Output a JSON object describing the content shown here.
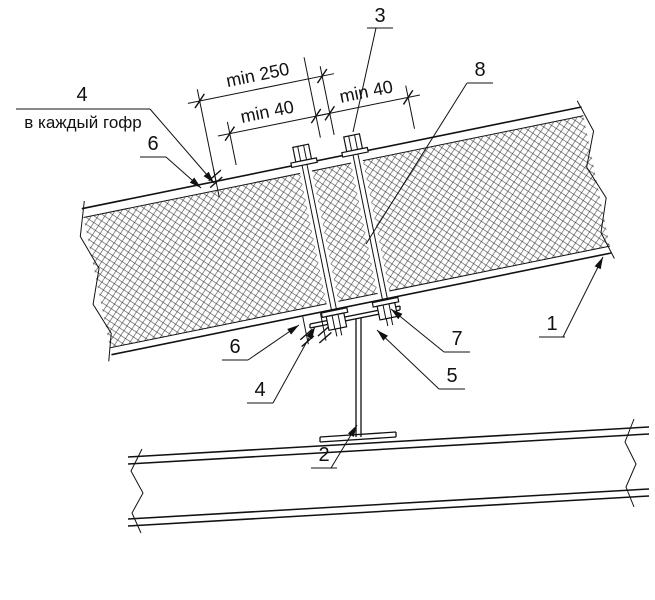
{
  "drawing": {
    "callouts": {
      "panel": "1",
      "beam": "2",
      "bolt": "3",
      "screw_each_flute_number": "4",
      "screw_each_flute_text": "в каждый гофр",
      "screw_top": "6",
      "screw_bottom": "6",
      "screw_bottom_2": "4",
      "nut": "7",
      "purlin_flange": "5",
      "bolt_shank": "8"
    },
    "dimensions": {
      "span_min": "min 250",
      "edge_min_left": "min 40",
      "edge_min_right": "min 40"
    },
    "colors": {
      "line": "#111111",
      "background": "#ffffff"
    }
  }
}
